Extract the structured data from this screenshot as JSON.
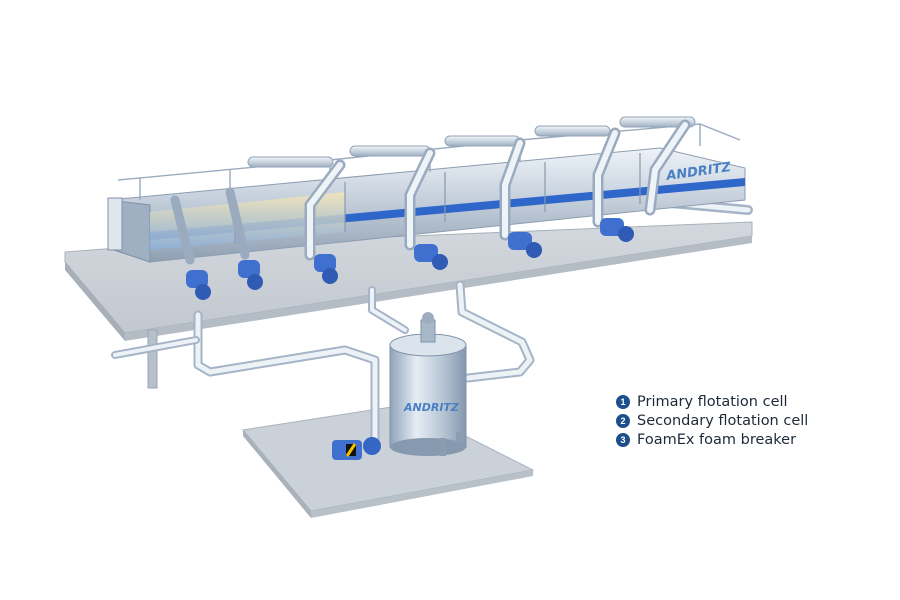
{
  "brand": {
    "logo_text": "ANDRITZ",
    "color": "#4a7fc4"
  },
  "colors": {
    "legend_badge": "#1d4f8c",
    "legend_text": "#1e2a3a",
    "platform": "#c9cfd6",
    "steel": "#c5cfdb",
    "pump": "#3f6fcf"
  },
  "legend": {
    "items": [
      {
        "number": "1",
        "label": "Primary flotation cell"
      },
      {
        "number": "2",
        "label": "Secondary flotation cell"
      },
      {
        "number": "3",
        "label": "FoamEx foam breaker"
      }
    ]
  }
}
